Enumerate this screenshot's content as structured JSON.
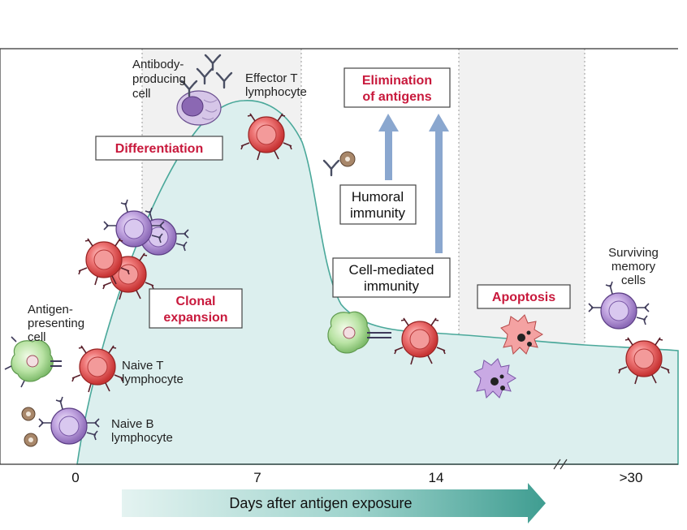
{
  "labels": {
    "differentiation": "Differentiation",
    "clonal_expansion_1": "Clonal",
    "clonal_expansion_2": "expansion",
    "elimination_1": "Elimination",
    "elimination_2": "of antigens",
    "apoptosis": "Apoptosis",
    "humoral_1": "Humoral",
    "humoral_2": "immunity",
    "cell_mediated_1": "Cell-mediated",
    "cell_mediated_2": "immunity",
    "antibody_cell_1": "Antibody-",
    "antibody_cell_2": "producing",
    "antibody_cell_3": "cell",
    "effector_1": "Effector T",
    "effector_2": "lymphocyte",
    "apc_1": "Antigen-",
    "apc_2": "presenting",
    "apc_3": "cell",
    "naive_t_1": "Naive T",
    "naive_t_2": "lymphocyte",
    "naive_b_1": "Naive B",
    "naive_b_2": "lymphocyte",
    "memory_1": "Surviving",
    "memory_2": "memory",
    "memory_3": "cells"
  },
  "axis": {
    "ticks": [
      "0",
      "7",
      "14",
      ">30"
    ],
    "title": "Days after antigen exposure"
  },
  "colors": {
    "curve_fill": "#dcefee",
    "curve_line": "#4aa89a",
    "t_cell": "#e25a5a",
    "b_cell": "#b79ad6",
    "label_red": "#c8193c",
    "arrow_blue": "#8aa7cf",
    "phase_band": "#f0f0f0"
  }
}
